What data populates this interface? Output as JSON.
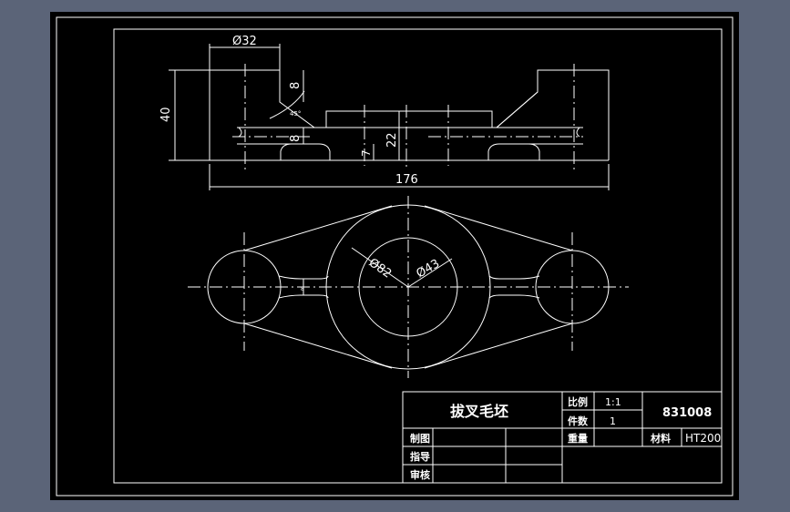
{
  "drawing": {
    "background_color": "#5b6478",
    "paper_color": "#000000",
    "line_color": "#ffffff",
    "dimensions": {
      "dia_top": "Ø32",
      "height_40": "40",
      "small_8a": "8",
      "small_8b": "8",
      "height_22": "22",
      "height_7": "7",
      "length_176": "176",
      "dia_82": "Ø82",
      "dia_43": "Ø43",
      "web_thickness": "8",
      "chamfer_angle": "45°"
    }
  },
  "title_block": {
    "part_name": "拔叉毛坯",
    "scale_label": "比例",
    "scale_value": "1:1",
    "quantity_label": "件数",
    "quantity_value": "1",
    "weight_label": "重量",
    "drawing_number": "831008",
    "material_label": "材料",
    "material_value": "HT200",
    "drawn_label": "制图",
    "guide_label": "指导",
    "review_label": "审核"
  }
}
